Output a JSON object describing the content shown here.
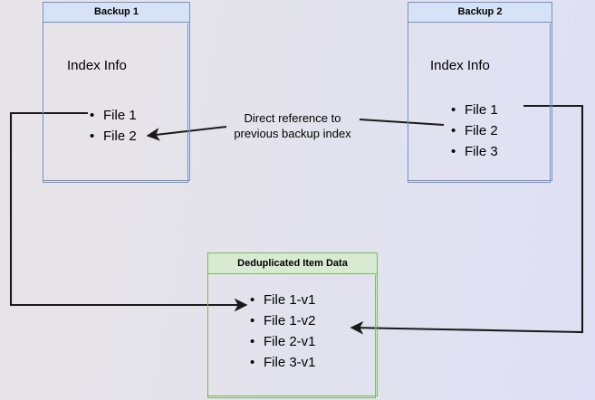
{
  "diagram": {
    "title_present": false,
    "background": {
      "gradient_from": "#e7e5e9",
      "gradient_to": "#dfe0f5"
    },
    "colors": {
      "blue_border": "#7392c4",
      "blue_header_fill": "#d6e3f7",
      "green_border": "#7bb661",
      "green_header_fill": "#d9ead3",
      "wire": "#1a1a1a"
    },
    "nodes": [
      {
        "id": "backup1",
        "header": "Backup 1",
        "section_title": "Index Info",
        "items": [
          "File 1",
          "File 2"
        ]
      },
      {
        "id": "backup2",
        "header": "Backup 2",
        "section_title": "Index Info",
        "items": [
          "File 1",
          "File 2",
          "File 3"
        ]
      },
      {
        "id": "dedup",
        "header": "Deduplicated Item Data",
        "items": [
          "File 1-v1",
          "File 1-v2",
          "File 2-v1",
          "File 3-v1"
        ]
      }
    ],
    "edges": [
      {
        "id": "direct-reference",
        "label_line1": "Direct reference to",
        "label_line2": "previous backup index",
        "from": "backup2.File 2",
        "to": "backup1.File 2"
      },
      {
        "id": "backup1-file1-to-dedup",
        "label": "",
        "from": "backup1.File 1",
        "to": "dedup.File 1-v1"
      },
      {
        "id": "backup2-file1-to-dedup",
        "label": "",
        "from": "backup2.File 1",
        "to": "dedup.File 1-v2"
      }
    ]
  }
}
